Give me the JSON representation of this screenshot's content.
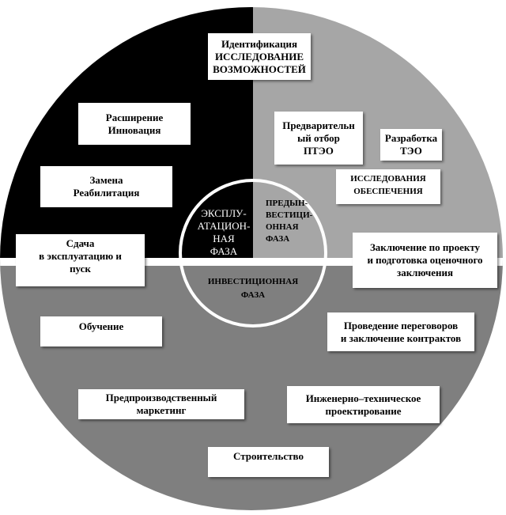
{
  "colors": {
    "exploitation": "#000000",
    "preinvestment": "#a6a6a6",
    "investment": "#7f7f7f",
    "divider": "#ffffff"
  },
  "phases": {
    "exploitation": "ЭКСПЛУ-\nАТАЦИОН-\nНАЯ\nФАЗА",
    "preinvestment": "ПРЕДЫН-\nВЕСТИЦИ-\nОННАЯ\nФАЗА",
    "investment": "ИНВЕСТИЦИОННАЯ\nФАЗА"
  },
  "boxes": {
    "identification": "Идентификация\nИССЛЕДОВАНИЕ\nВОЗМОЖНОСТЕЙ",
    "expansion": "Расширение\nИнновация",
    "preselection": "Предварительн\nый отбор\nПТЭО",
    "feasibility": "Разработка\nТЭО",
    "support_studies": "ИССЛЕДОВАНИЯ\nОБЕСПЕЧЕНИЯ",
    "replacement": "Замена\nРеабилитация",
    "commissioning": "Сдача\nв эксплуатацию и\nпуск",
    "conclusion": "Заключение по проекту\nи подготовка оценочного\nзаключения",
    "training": "Обучение",
    "negotiations": "Проведение переговоров\nи заключение контрактов",
    "marketing": "Предпроизводственный\nмаркетинг",
    "engineering": "Инженерно–техническое\nпроектирование",
    "construction": "Строительство"
  }
}
